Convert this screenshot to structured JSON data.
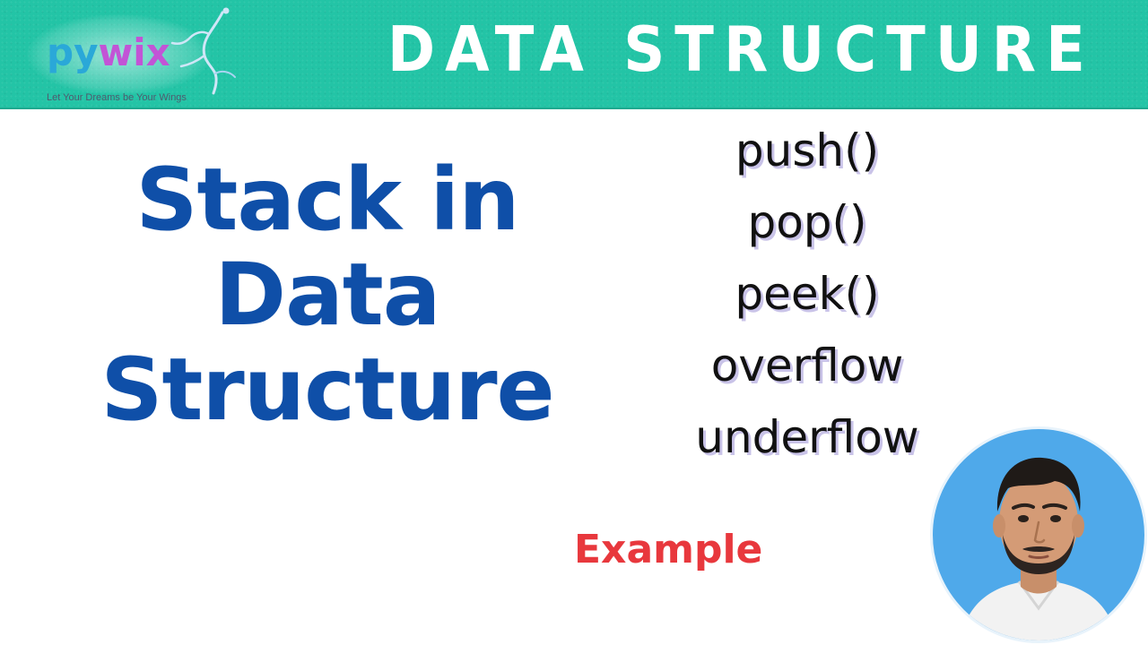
{
  "logo": {
    "brand_py": "py",
    "brand_wix": "wix",
    "tagline": "Let Your Dreams be Your Wings",
    "icon": "dancer-icon"
  },
  "header": {
    "title": "DATA STRUCTURE"
  },
  "main": {
    "title_lines": [
      "Stack in",
      "Data",
      "Structure"
    ],
    "operations": [
      "push()",
      "pop()",
      "peek()",
      "overflow",
      "underflow"
    ],
    "example_label": "Example"
  },
  "colors": {
    "header_bg": "#23c4a6",
    "title_blue": "#0f4fa8",
    "example_red": "#e8383d",
    "avatar_bg": "#4fa9ea"
  },
  "avatar": {
    "icon": "presenter-avatar"
  }
}
